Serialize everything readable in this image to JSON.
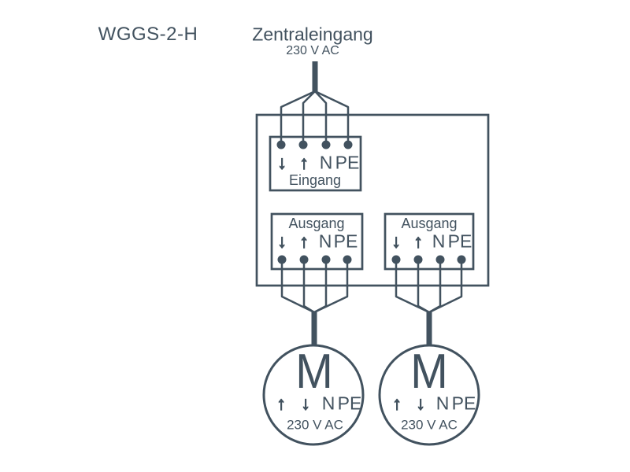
{
  "colors": {
    "ink": "#42525f",
    "background": "#ffffff"
  },
  "title": "WGGS-2-H",
  "central_input": {
    "label": "Zentraleingang",
    "voltage": "230 V AC"
  },
  "controller": {
    "input_block": {
      "caption": "Eingang",
      "terminals": {
        "down": "↓",
        "up": "↑",
        "neutral": "N",
        "earth": "PE"
      }
    },
    "output_block_left": {
      "caption": "Ausgang",
      "terminals": {
        "down": "↓",
        "up": "↑",
        "neutral": "N",
        "earth": "PE"
      }
    },
    "output_block_right": {
      "caption": "Ausgang",
      "terminals": {
        "down": "↓",
        "up": "↑",
        "neutral": "N",
        "earth": "PE"
      }
    }
  },
  "motor_left": {
    "symbol": "M",
    "terminals": {
      "up": "↑",
      "down": "↓",
      "neutral": "N",
      "earth": "PE"
    },
    "voltage": "230 V AC"
  },
  "motor_right": {
    "symbol": "M",
    "terminals": {
      "up": "↑",
      "down": "↓",
      "neutral": "N",
      "earth": "PE"
    },
    "voltage": "230 V AC"
  }
}
